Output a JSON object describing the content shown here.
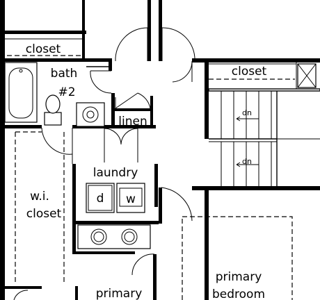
{
  "rooms": {
    "closet_upper_left": "closet",
    "closet_upper_right": "closet",
    "bath_line1": "bath",
    "bath_line2": "#2",
    "linen": "linen",
    "laundry": "laundry",
    "washer_d": "d",
    "washer_w": "w",
    "wi_closet_line1": "w.i.",
    "wi_closet_line2": "closet",
    "primary_bedroom_line1": "primary",
    "primary_bedroom_line2": "bedroom",
    "primary_bath_partial": "primary"
  },
  "stairs": {
    "upper_label": "dn",
    "lower_label": "dn"
  }
}
